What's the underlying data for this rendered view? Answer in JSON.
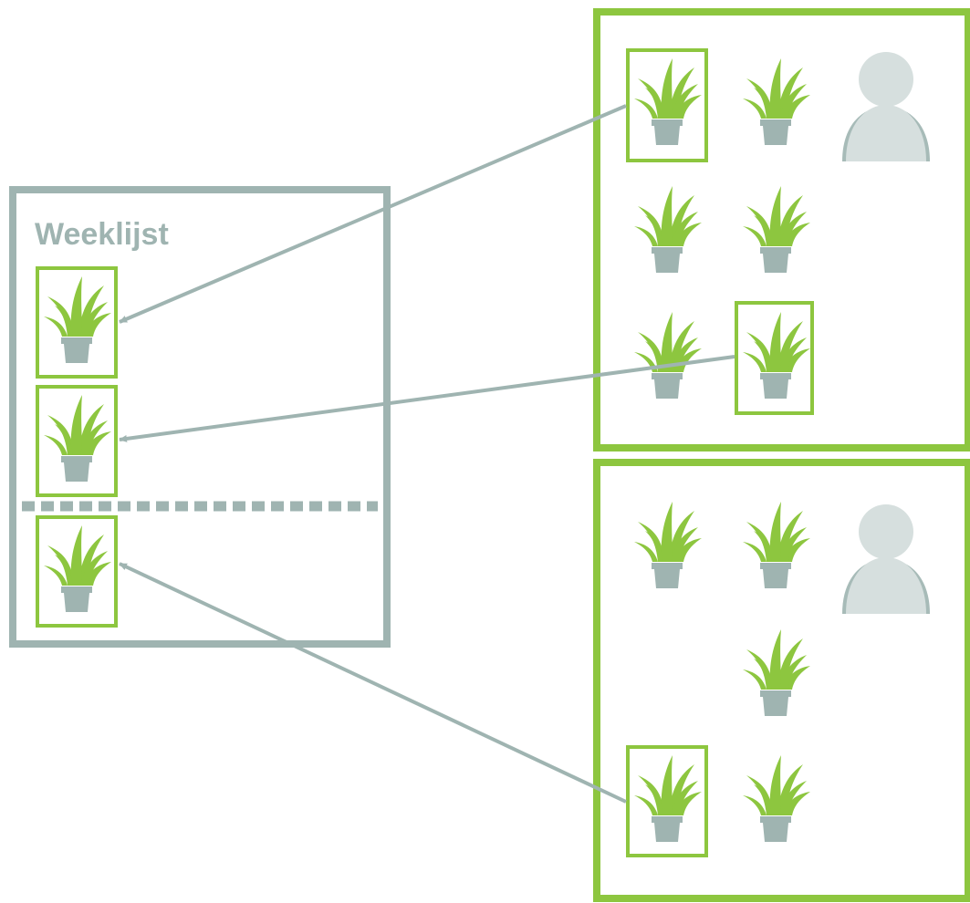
{
  "weeklist": {
    "title": "Weeklijst"
  },
  "colors": {
    "green": "#8dc63f",
    "gray": "#9fb4b1",
    "person": "#d6dfde",
    "person_shadow": "#a7bbb8",
    "pot": "#9fb4b1"
  },
  "icons": {
    "plant": "plant-icon",
    "person": "person-icon"
  },
  "groups": [
    {
      "name": "group-1",
      "plants": 6,
      "highlighted": 2,
      "has_person": true
    },
    {
      "name": "group-2",
      "plants": 5,
      "highlighted": 1,
      "has_person": true
    }
  ]
}
